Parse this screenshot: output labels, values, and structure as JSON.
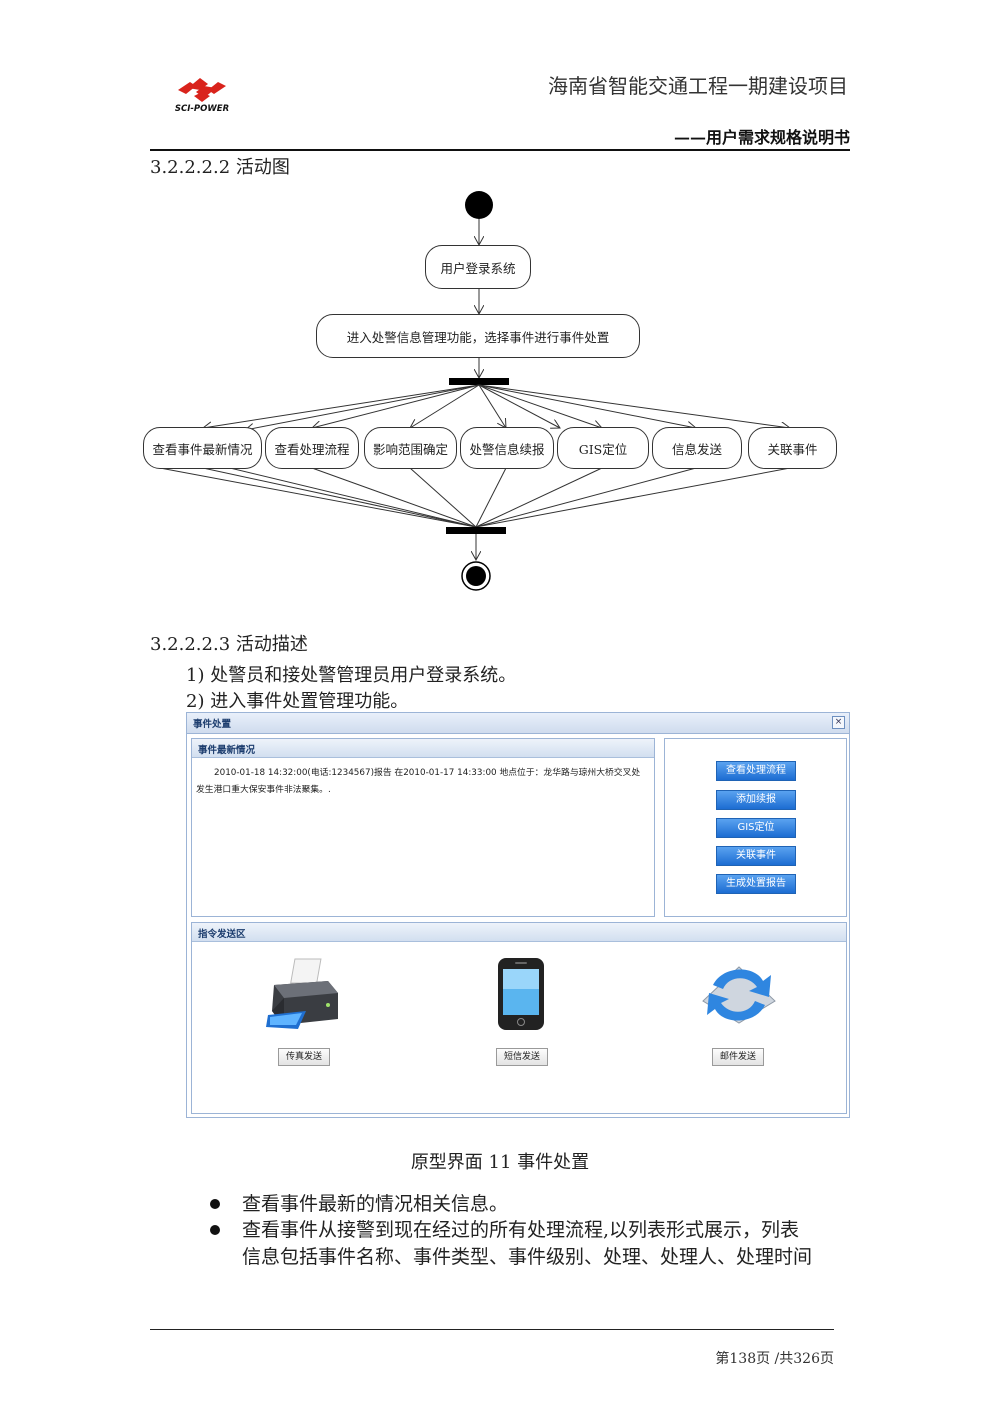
{
  "header": {
    "title": "海南省智能交通工程一期建设项目",
    "subtitle": "——用户需求规格说明书",
    "logo_text": "SCI-POWER"
  },
  "section_activity_diagram": "3.2.2.2.2  活动图",
  "diagram": {
    "step1": "用户登录系统",
    "step2": "进入处警信息管理功能，选择事件进行事件处置",
    "branches": [
      "查看事件最新情况",
      "查看处理流程",
      "影响范围确定",
      "处警信息续报",
      "GIS定位",
      "信息发送",
      "关联事件"
    ]
  },
  "section_activity_desc": "3.2.2.2.3  活动描述",
  "steps": [
    "1)   处警员和接处警管理员用户登录系统。",
    "2)   进入事件处置管理功能。"
  ],
  "prototype": {
    "window_title": "事件处置",
    "latest_panel_title": "事件最新情况",
    "event_text": "2010-01-18 14:32:00(电话:1234567)报告 在2010-01-17 14:33:00 地点位于：龙华路与琼州大桥交叉处发生港口重大保安事件非法聚集。.",
    "action_buttons": [
      "查看处理流程",
      "添加续报",
      "GIS定位",
      "关联事件",
      "生成处置报告"
    ],
    "command_panel_title": "指令发送区",
    "send_buttons": [
      "传真发送",
      "短信发送",
      "邮件发送"
    ]
  },
  "caption": "原型界面  11  事件处置",
  "bullets": [
    "查看事件最新的情况相关信息。",
    "查看事件从接警到现在经过的所有处理流程,以列表形式展示，列表",
    "信息包括事件名称、事件类型、事件级别、处理、处理人、处理时间"
  ],
  "footer": {
    "page": "第138页  /共326页"
  }
}
